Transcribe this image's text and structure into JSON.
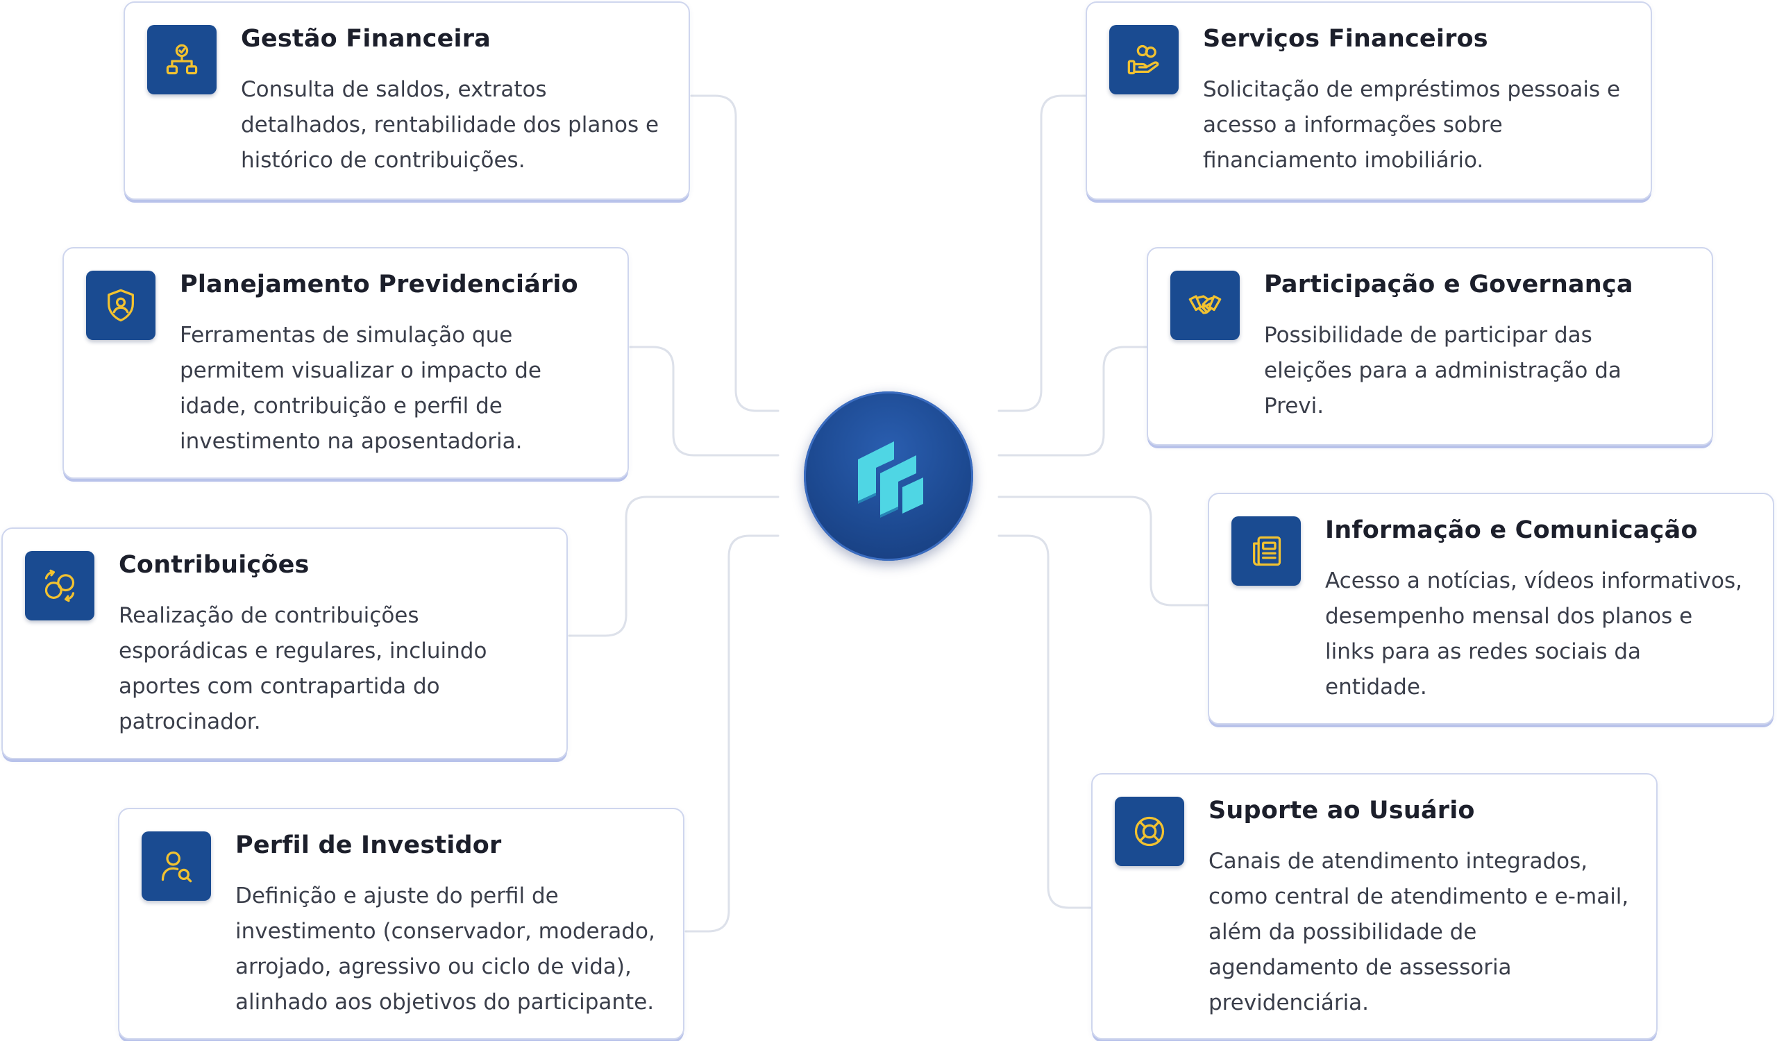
{
  "colors": {
    "accent": "#1a4b91",
    "icon_stroke": "#f2c230",
    "connector": "#dde1ea",
    "card_border": "#cfd6ee",
    "hub_logo": "#4fd6e4"
  },
  "hub": {
    "icon": "previ-logo-icon"
  },
  "cards": [
    {
      "id": "gestao",
      "title": "Gestão Financeira",
      "icon": "org-chart-icon",
      "lines": [
        "Consulta de saldos, extratos",
        "detalhados, rentabilidade dos planos e",
        "histórico de contribuições."
      ]
    },
    {
      "id": "planejamento",
      "title": "Planejamento Previdenciário",
      "icon": "shield-user-icon",
      "lines": [
        "Ferramentas de simulação que",
        "permitem visualizar o impacto de",
        "idade, contribuição e perfil de",
        "investimento na aposentadoria."
      ]
    },
    {
      "id": "contribuicoes",
      "title": "Contribuições",
      "icon": "coins-exchange-icon",
      "lines": [
        "Realização de contribuições",
        "esporádicas e regulares, incluindo",
        "aportes com contrapartida do",
        "patrocinador."
      ]
    },
    {
      "id": "perfil",
      "title": "Perfil de Investidor",
      "icon": "user-search-icon",
      "lines": [
        "Definição e ajuste do perfil de",
        "investimento (conservador, moderado,",
        "arrojado, agressivo ou ciclo de vida),",
        "alinhado aos objetivos do participante."
      ]
    },
    {
      "id": "servicos",
      "title": "Serviços Financeiros",
      "icon": "hand-coins-icon",
      "lines": [
        "Solicitação de empréstimos pessoais e",
        "acesso a informações sobre",
        "financiamento imobiliário."
      ]
    },
    {
      "id": "participacao",
      "title": "Participação e Governança",
      "icon": "handshake-icon",
      "lines": [
        "Possibilidade de participar das",
        "eleições para a administração da",
        "Previ."
      ]
    },
    {
      "id": "informacao",
      "title": "Informação e Comunicação",
      "icon": "newspaper-icon",
      "lines": [
        "Acesso a notícias, vídeos informativos,",
        "desempenho mensal dos planos e",
        "links para as redes sociais da",
        "entidade."
      ]
    },
    {
      "id": "suporte",
      "title": "Suporte ao Usuário",
      "icon": "lifebuoy-icon",
      "lines": [
        "Canais de atendimento integrados,",
        "como central de atendimento e e-mail,",
        "além da possibilidade de",
        "agendamento de assessoria",
        "previdenciária."
      ]
    }
  ]
}
